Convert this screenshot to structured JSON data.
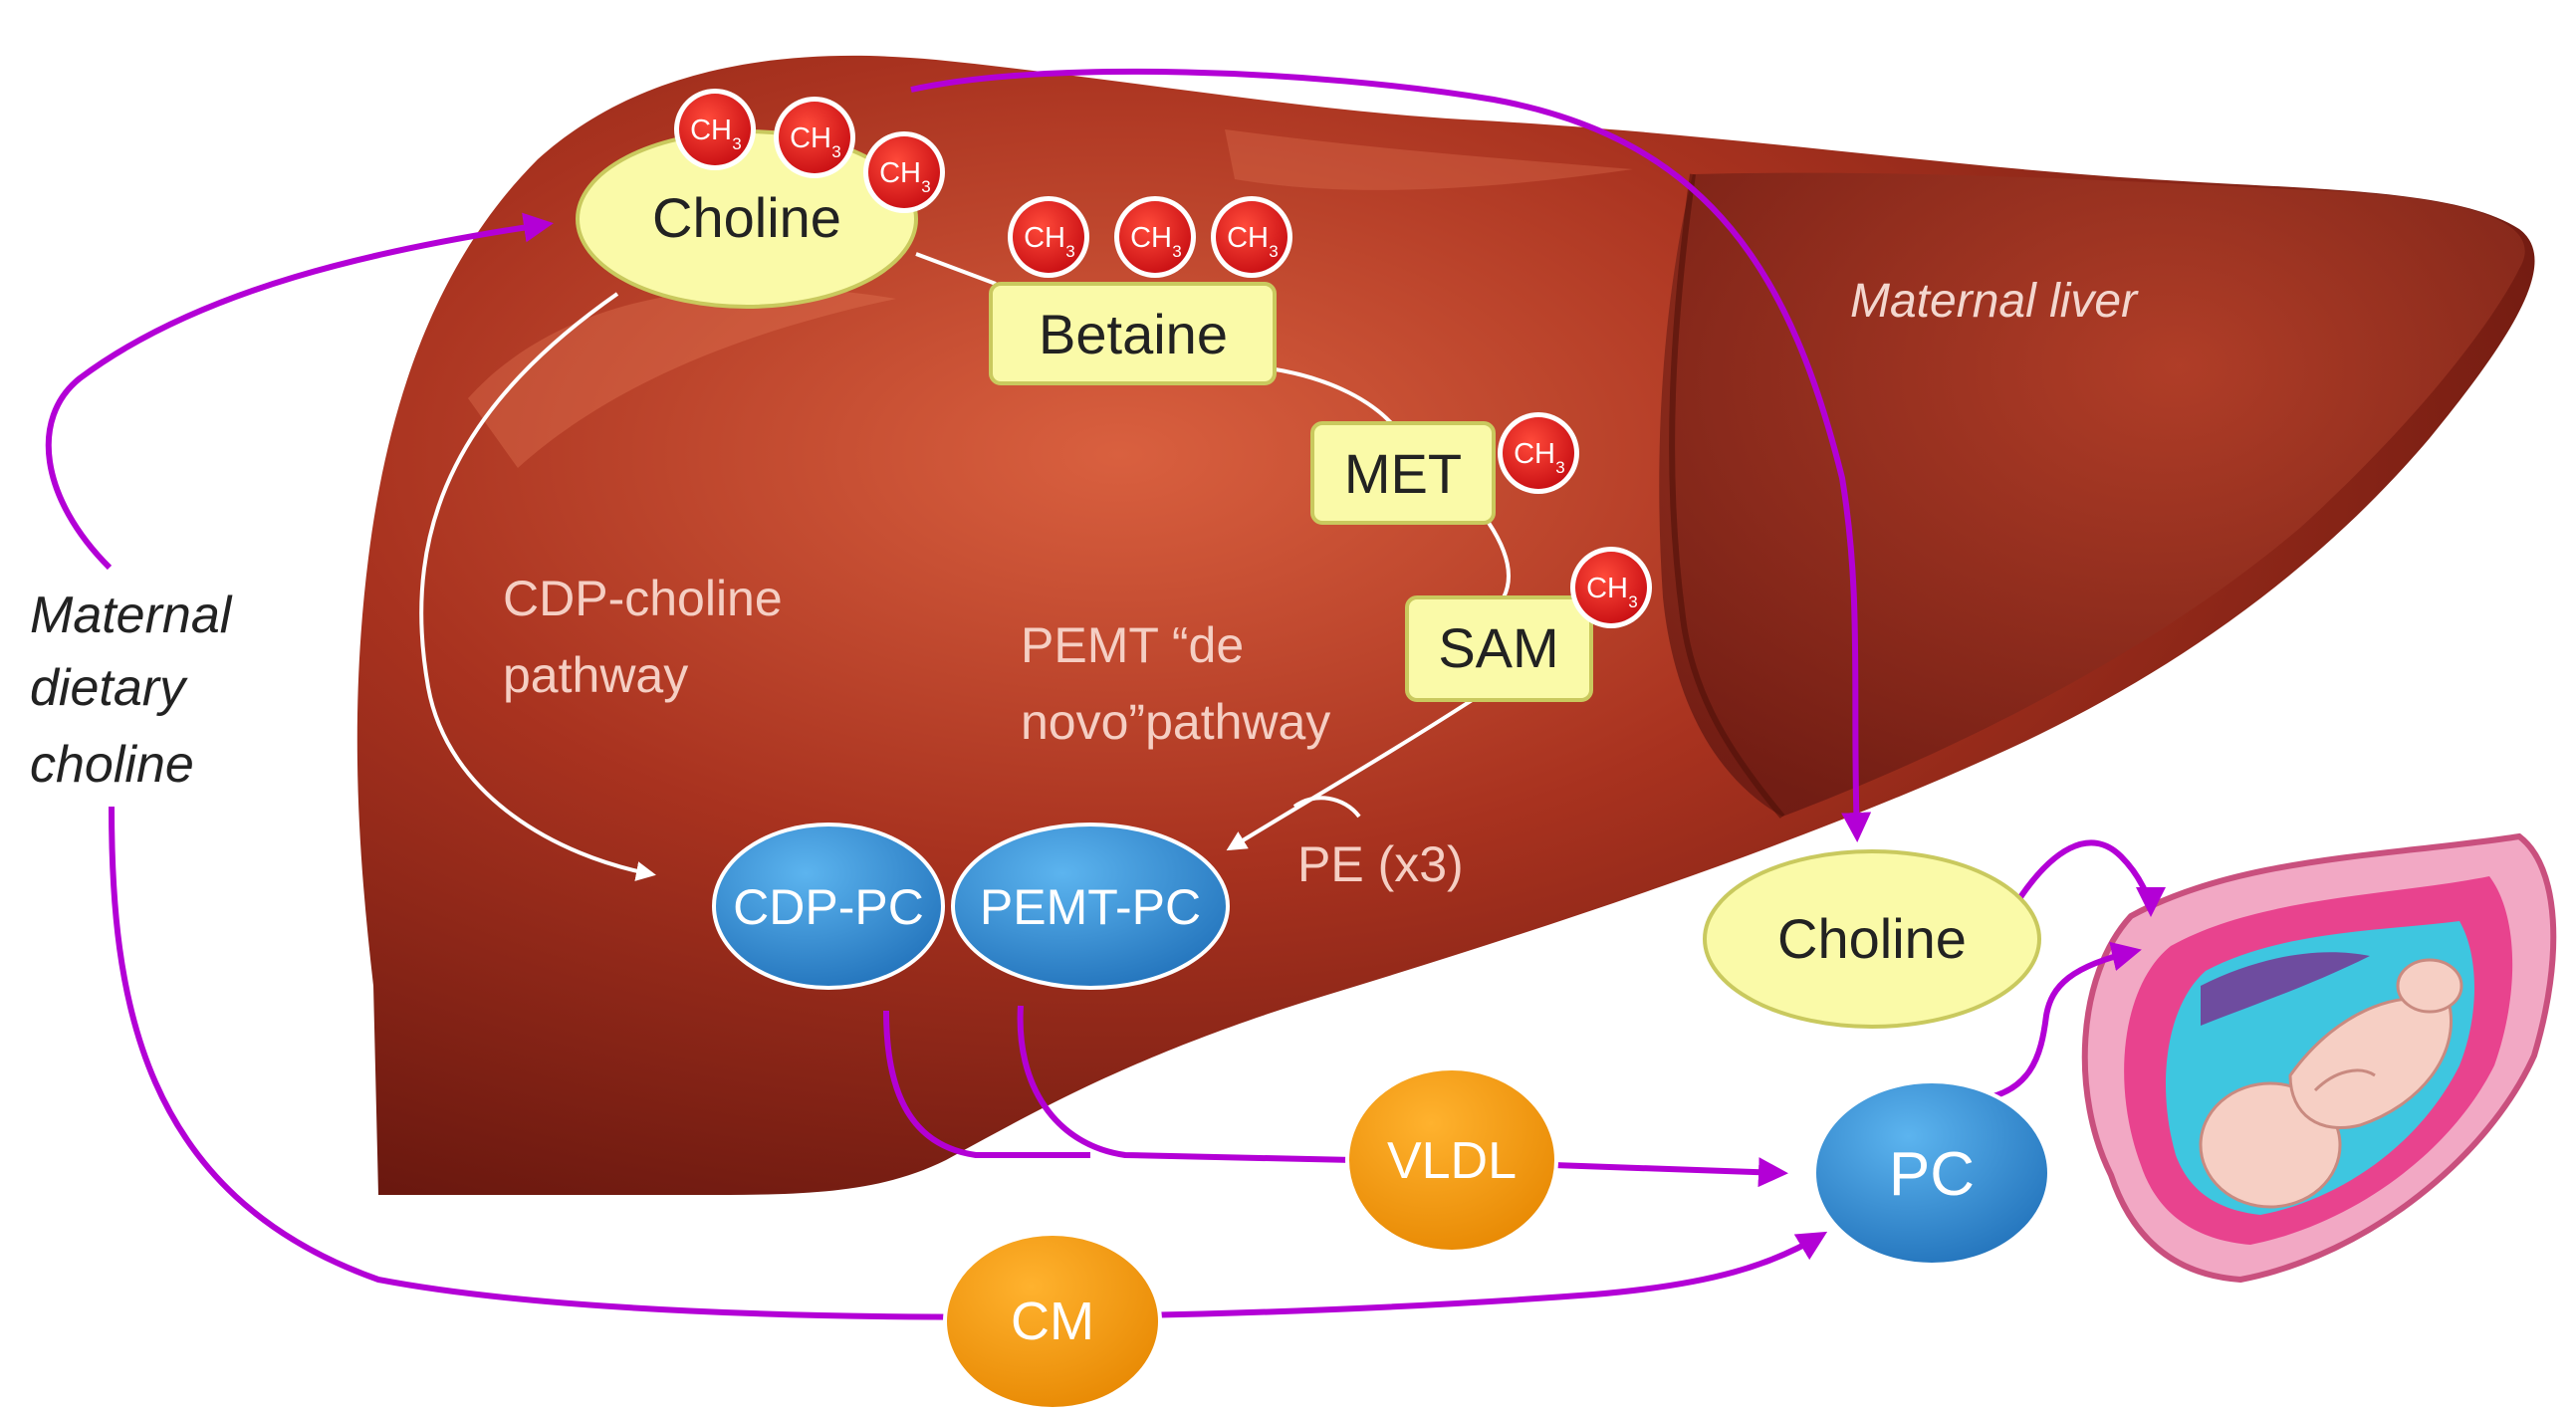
{
  "colors": {
    "liver_light": "#d2553a",
    "liver_mid": "#a8321f",
    "liver_dark": "#6e1710",
    "arrow_purple": "#b300d6",
    "white_arrow": "#ffffff",
    "yellow_fill": "#fafaa8",
    "blue_fill": "#2f8fd6",
    "orange_fill": "#f39500",
    "methyl_red": "#e0161c"
  },
  "labels": {
    "maternal_liver": "Maternal liver",
    "maternal_dietary_choline": [
      "Maternal",
      "dietary",
      "choline"
    ],
    "cdp_choline_pathway": [
      "CDP-choline",
      "pathway"
    ],
    "pemt_pathway": [
      "PEMT “de",
      "novo”pathway"
    ],
    "pe_x3": "PE (x3)"
  },
  "nodes": {
    "choline_liver": "Choline",
    "betaine": "Betaine",
    "met": "MET",
    "sam": "SAM",
    "cdp_pc": "CDP-PC",
    "pemt_pc": "PEMT-PC",
    "vldl": "VLDL",
    "cm": "CM",
    "pc": "PC",
    "choline_plasma": "Choline"
  },
  "methyl_group": {
    "base": "CH",
    "subscript": "3"
  },
  "icons": [
    "liver-illustration",
    "fetus-in-uterus-illustration",
    "methyl-group-icon"
  ]
}
